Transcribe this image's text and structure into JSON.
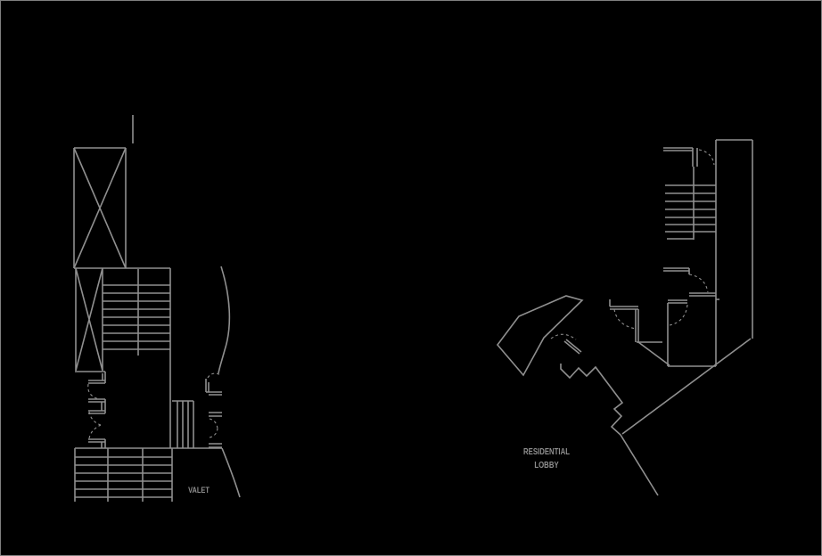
{
  "canvas": {
    "background_color": "#000000",
    "border_color": "#7f7f7f",
    "line_color": "#8f8f8f",
    "dashed_line_color": "#8f8f8f",
    "text_color": "#8f8f8f"
  },
  "labels": {
    "valet": "VALET",
    "residential_line1": "RESIDENTIAL",
    "residential_line2": "LOBBY"
  },
  "drawing": {
    "left_plan": {
      "solid": [
        "M148 128 V160",
        "M82 165 H140 M82 165 V300 M140 165 V300",
        "M82 165 L140 300 M140 165 L82 300",
        "M82 300 H190",
        "M84 300 V415 M114 300 V415 M84 300 L114 415 M114 300 L84 415",
        "M83 416 H117",
        "M114 319 H190 M114 328 H190 M114 337 H190 M114 346 H190 M114 355 H190 M114 364 H190 M114 373 H190 M114 382 H190 M114 391 H190",
        "M154 301 V398",
        "M190 300 V502",
        "M98 426 H117 M98 429 H117 M114 418 V426 M117 416 V429",
        "M98 447 H117 M98 450 H117 M98 460 H117 M98 463 H117 M113 450 V460 M117 447 V463",
        "M98 492 H117 M98 495 H117 M113 495 V502 M117 492 V502",
        "M83 502 H248 M83 512 H192 M83 521 H192 M83 530 H192 M83 539 H192 M83 548 H192 M83 557 H192",
        "M83 502 V562 M120 502 V562 M159 502 V562 M192 502 V562",
        "M192 449 H216 M198 449 V502 M204 449 V502 M210 449 V502 M216 449 V502",
        "M230 424 V439 M233 428 V439 M230 439 H248 M233 442 H248",
        "M233 462 H248 M233 466 H248",
        "M233 497 H248 M233 501 H248",
        "M247 298 C257 330 260 364 251 392 C248 403 245 412 244 418",
        "M248 502 Q261 534 268 557"
      ],
      "dashed": [
        "M98 430 Q96 443 110 447",
        "M99 461 Q101 472 112 476 M99 491 Q101 481 112 476",
        "M232 423 Q237 415 247 420",
        "M234 469 Q242 471 243 480 M234 490 Q242 488 243 480"
      ]
    },
    "right_plan": {
      "solid": [
        "M802 156 H843 M802 156 V410 M843 156 V379",
        "M802 335 H806",
        "M743 165 H776 M743 168 H776",
        "M776 165 V186 M781 165 V186",
        "M745 207 H802 M745 216 H802 M745 225 H802 M745 234 H802 M745 243 H802 M745 251 H802 M745 259 H802 M747 267 H777",
        "M777 186 V268",
        "M743 300 H772 M743 303 H772 M772 300 V307",
        "M772 328 H802 M772 331 H802",
        "M683 335 V343 M683 343 H715 M683 346 H715 M712 346 V383 M715 346 V383 M713 383 H742",
        "M715 383 L750 409",
        "M748 336 H770 M748 339 H770 M748 339 V410 M748 410 H802",
        "M841 379 L697 486",
        "M628 407 V413 L638 423 L648 412 L657 421 L667 411 L697 451 L688 458 L696 466 L685 478 L695 487 L737 555",
        "M557 386 L581 354 L634 331 L652 336 L609 378 L586 420 Z",
        "M632 382 L649 396 M634 380 L651 394"
      ],
      "dashed": [
        "M783 167 Q798 170 800 184",
        "M772 307 Q790 310 793 327",
        "M770 341 Q768 360 750 364",
        "M688 346 Q691 364 712 368",
        "M617 379 Q630 369 645 380"
      ]
    }
  }
}
